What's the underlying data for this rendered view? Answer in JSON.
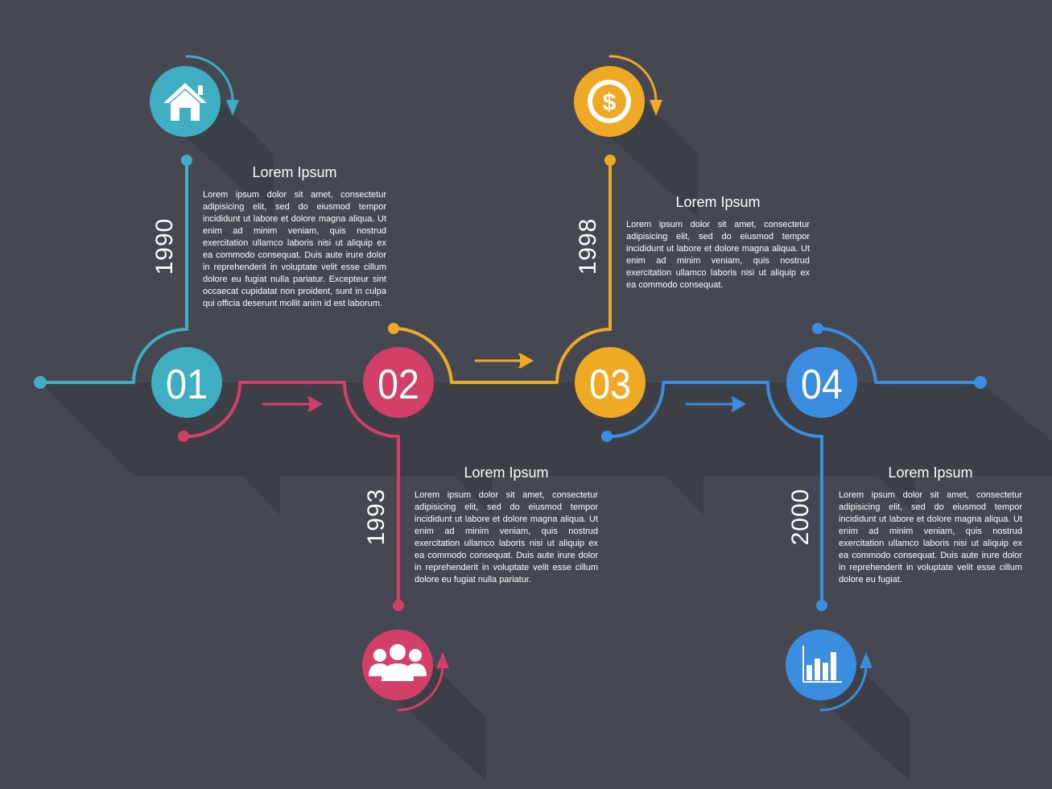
{
  "colors": {
    "background": "#464851",
    "teal": "#3fadc2",
    "crimson": "#d23f68",
    "amber": "#eeaa24",
    "blue": "#3b8de0"
  },
  "steps": [
    {
      "number": "01",
      "year": "1990",
      "title": "Lorem Ipsum",
      "text": "Lorem ipsum dolor sit amet, consectetur adipisicing elit, sed do eiusmod tempor incididunt ut labore et dolore magna aliqua. Ut enim ad minim veniam, quis nostrud exercitation ullamco laboris nisi ut aliquip ex ea commodo consequat. Duis aute irure dolor in reprehenderit in voluptate velit esse cillum dolore eu fugiat nulla pariatur. Excepteur sint occaecat cupidatat non proident, sunt in culpa qui officia deserunt mollit anim id est laborum.",
      "icon": "house-icon"
    },
    {
      "number": "02",
      "year": "1993",
      "title": "Lorem Ipsum",
      "text": "Lorem ipsum dolor sit amet, consectetur adipisicing elit, sed do eiusmod tempor incididunt ut labore et dolore magna aliqua. Ut enim ad minim veniam, quis nostrud exercitation ullamco laboris nisi ut aliquip ex ea commodo consequat. Duis aute irure dolor in reprehenderit in voluptate velit esse cillum dolore eu fugiat nulla pariatur.",
      "icon": "people-icon"
    },
    {
      "number": "03",
      "year": "1998",
      "title": "Lorem Ipsum",
      "text": "Lorem ipsum dolor sit amet, consectetur adipisicing elit, sed do eiusmod tempor incididunt ut labore et dolore magna aliqua. Ut enim ad minim veniam, quis nostrud exercitation ullamco laboris nisi ut aliquip ex ea commodo consequat.",
      "icon": "dollar-coin-icon"
    },
    {
      "number": "04",
      "year": "2000",
      "title": "Lorem Ipsum",
      "text": "Lorem ipsum dolor sit amet, consectetur adipisicing elit, sed do eiusmod tempor incididunt ut labore et dolore magna aliqua. Ut enim ad minim veniam, quis nostrud exercitation ullamco laboris nisi ut aliquip ex ea commodo consequat. Duis aute irure dolor in reprehenderit in voluptate velit esse cillum dolore eu fugiat.",
      "icon": "bar-chart-icon"
    }
  ]
}
